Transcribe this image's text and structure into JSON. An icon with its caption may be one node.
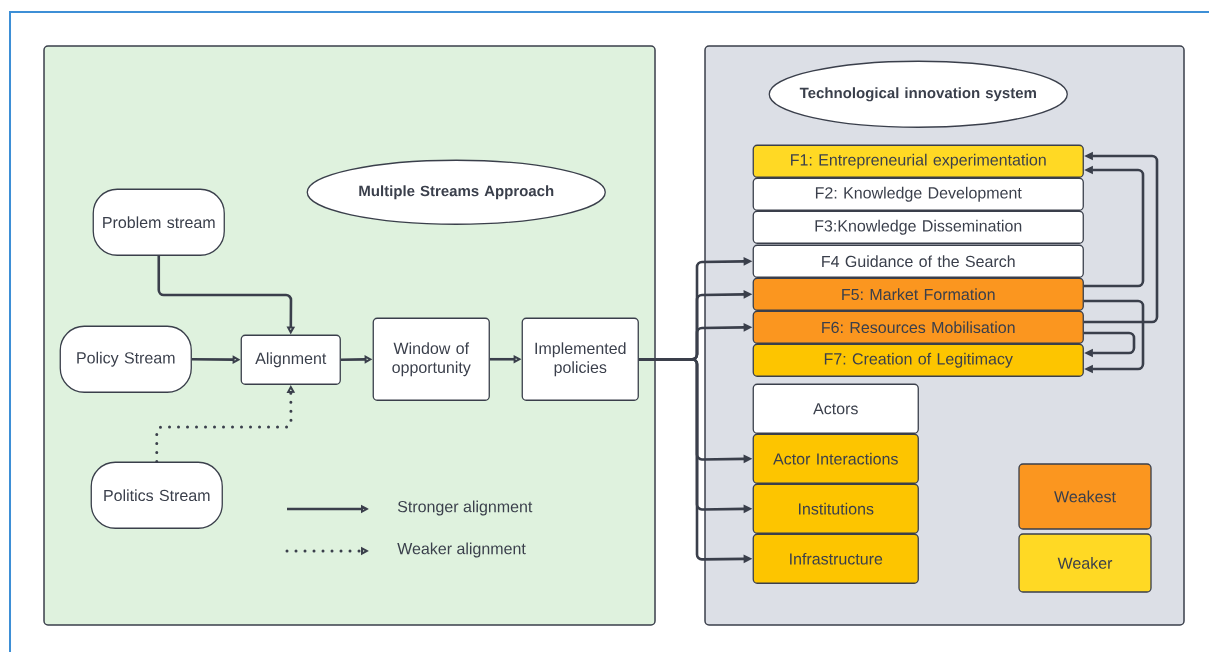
{
  "diagram": {
    "nodes": [
      {
        "text": [],
        "shape": "box"
      },
      {
        "text": [
          "Multiple Streams Approach"
        ],
        "in": 0
      },
      {
        "text": [
          "Problem stream"
        ],
        "in": 0
      },
      {
        "text": [
          "Policy Stream"
        ],
        "in": 0
      },
      {
        "text": [
          "Alignment"
        ],
        "in": 0
      },
      {
        "text": [
          "Window of opportunity"
        ],
        "in": 0
      },
      {
        "text": [
          "Implemented policies"
        ],
        "in": 0
      },
      {
        "text": [
          "Politics Stream"
        ],
        "in": 0
      },
      {
        "text": [],
        "shape": "box"
      },
      {
        "text": [
          "Technological innovation system"
        ],
        "in": 8
      },
      {
        "text": [
          "F1: Entrepreneurial experimentation"
        ],
        "in": 8
      },
      {
        "text": [
          "F2: Knowledge Development"
        ],
        "in": 8
      },
      {
        "text": [
          "F3:Knowledge Dissemination"
        ],
        "in": 8
      },
      {
        "text": [
          "F4 Guidance of the Search"
        ],
        "in": 8
      },
      {
        "text": [
          "F5: Market Formation"
        ],
        "in": 8
      },
      {
        "text": [
          "F6: Resources Mobilisation"
        ],
        "in": 8
      },
      {
        "text": [
          "F7: Creation of Legitimacy"
        ],
        "in": 8
      },
      {
        "text": [
          "Actors"
        ],
        "in": 8
      },
      {
        "text": [
          "Actor Interactions"
        ],
        "in": 8
      },
      {
        "text": [
          "Institutions"
        ],
        "in": 8
      },
      {
        "text": [
          "Infrastructure"
        ],
        "in": 8
      }
    ],
    "edges": [
      {
        "from": 2,
        "to": 4,
        "arrow": "to"
      },
      {
        "from": 3,
        "to": 4,
        "arrow": "to"
      },
      {
        "from": 7,
        "to": 4,
        "arrow": "to",
        "style": "dashed"
      },
      {
        "from": 4,
        "to": 5,
        "arrow": "to"
      },
      {
        "from": 5,
        "to": 6,
        "arrow": "to"
      },
      {
        "from": 6,
        "to": 13,
        "arrow": "to"
      },
      {
        "from": 6,
        "to": 14,
        "arrow": "to"
      },
      {
        "from": 6,
        "to": 15,
        "arrow": "to"
      },
      {
        "from": 6,
        "to": 18,
        "arrow": "to"
      },
      {
        "from": 6,
        "to": 19,
        "arrow": "to"
      },
      {
        "from": 6,
        "to": 20,
        "arrow": "to"
      },
      {
        "from": 14,
        "to": 10,
        "arrow": "to"
      },
      {
        "from": 15,
        "to": 10,
        "arrow": "to"
      },
      {
        "from": 14,
        "to": 16,
        "arrow": "to"
      },
      {
        "from": 15,
        "to": 16,
        "arrow": "to"
      }
    ],
    "legend": [
      {
        "text": "Stronger alignment"
      },
      {
        "text": "Weaker alignment"
      },
      {
        "text": "Weakest",
        "color": "#fb961f"
      },
      {
        "text": "Weaker",
        "color": "#ffd924"
      }
    ]
  }
}
